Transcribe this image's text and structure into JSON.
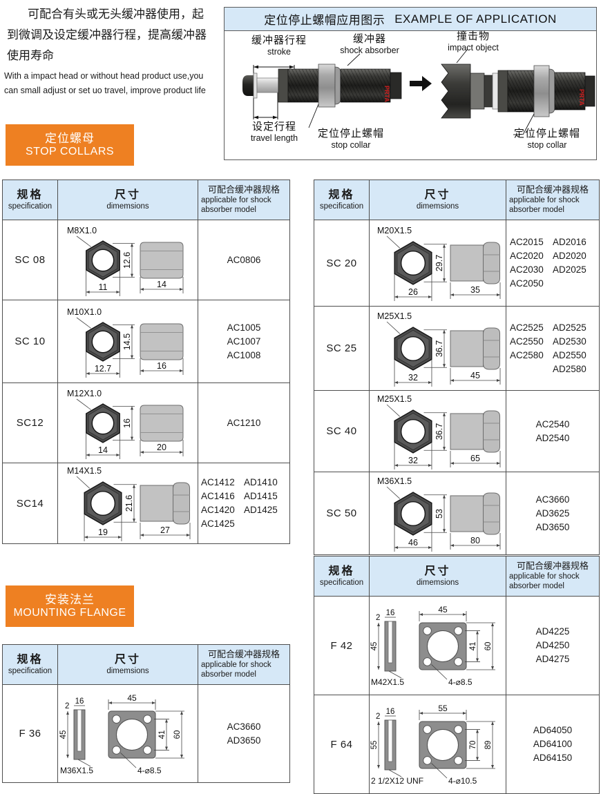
{
  "intro": {
    "cn": "可配合有头或无头缓冲器使用，起到微调及设定缓冲器行程，提高缓冲器使用寿命",
    "en": "With a impact head or without head product use,you can small adjust or set uo travel, improve product life"
  },
  "banners": {
    "stop_collars": {
      "cn": "定位螺母",
      "en": "STOP COLLARS"
    },
    "mounting_flange": {
      "cn": "安装法兰",
      "en": "MOUNTING FLANGE"
    }
  },
  "example": {
    "title_cn": "定位停止螺帽应用图示",
    "title_en": "EXAMPLE OF APPLICATION",
    "labels": {
      "stroke_cn": "缓冲器行程",
      "stroke_en": "stroke",
      "absorber_cn": "缓冲器",
      "absorber_en": "shock absorber",
      "impact_cn": "撞击物",
      "impact_en": "impact object",
      "travel_cn": "设定行程",
      "travel_en": "travel length",
      "collar_left_cn": "定位停止螺帽",
      "collar_left_en": "stop collar",
      "collar_right_cn": "定位停止螺帽",
      "collar_right_en": "stop collar"
    },
    "brand": "PRTA"
  },
  "table_headers": {
    "spec_cn": "规格",
    "spec_en": "specification",
    "dim_cn": "尺寸",
    "dim_en": "dimemsions",
    "model_cn": "可配合缓冲器规格",
    "model_en_1": "applicable for shock",
    "model_en_2": "absorber model"
  },
  "colors": {
    "banner_orange": "#ee8022",
    "header_blue": "#d6e8f7",
    "border_gray": "#4d4d4d",
    "metal_gray": "#b9b9b9",
    "nut_dark": "#3f3f3f"
  },
  "stop_collars_left": [
    {
      "spec": "SC 08",
      "thread": "M8X1.0",
      "across_flats": "11",
      "height": "12.6",
      "length": "14",
      "models": [
        [
          "AC0806"
        ]
      ]
    },
    {
      "spec": "SC 10",
      "thread": "M10X1.0",
      "across_flats": "12.7",
      "height": "14.5",
      "length": "16",
      "models": [
        [
          "AC1005"
        ],
        [
          "AC1007"
        ],
        [
          "AC1008"
        ]
      ]
    },
    {
      "spec": "SC12",
      "thread": "M12X1.0",
      "across_flats": "14",
      "height": "16",
      "length": "20",
      "models": [
        [
          "AC1210"
        ]
      ]
    },
    {
      "spec": "SC14",
      "thread": "M14X1.5",
      "across_flats": "19",
      "height": "21.6",
      "length": "27",
      "models": [
        [
          "AC1412",
          "AD1410"
        ],
        [
          "AC1416",
          "AD1415"
        ],
        [
          "AC1420",
          "AD1425"
        ],
        [
          "AC1425",
          ""
        ]
      ]
    }
  ],
  "stop_collars_right": [
    {
      "spec": "SC 20",
      "thread": "M20X1.5",
      "across_flats": "26",
      "height": "29.7",
      "length": "35",
      "models": [
        [
          "AC2015",
          "AD2016"
        ],
        [
          "AC2020",
          "AD2020"
        ],
        [
          "AC2030",
          "AD2025"
        ],
        [
          "AC2050",
          ""
        ]
      ]
    },
    {
      "spec": "SC 25",
      "thread": "M25X1.5",
      "across_flats": "32",
      "height": "36.7",
      "length": "45",
      "models": [
        [
          "AC2525",
          "AD2525"
        ],
        [
          "AC2550",
          "AD2530"
        ],
        [
          "AC2580",
          "AD2550"
        ],
        [
          "",
          "AD2580"
        ]
      ]
    },
    {
      "spec": "SC 40",
      "thread": "M25X1.5",
      "across_flats": "32",
      "height": "36.7",
      "length": "65",
      "models": [
        [
          "AC2540"
        ],
        [
          "AD2540"
        ]
      ]
    },
    {
      "spec": "SC 50",
      "thread": "M36X1.5",
      "across_flats": "46",
      "height": "53",
      "length": "80",
      "models": [
        [
          "AC3660"
        ],
        [
          "AD3625"
        ],
        [
          "AD3650"
        ]
      ]
    }
  ],
  "flanges_left": [
    {
      "spec": "F 36",
      "thread": "M36X1.5",
      "thickness": "2",
      "boss": "16",
      "width": "45",
      "height": "45",
      "bolt_circle": "41",
      "outer": "60",
      "holes": "4-⌀8.5",
      "models": [
        [
          "AC3660"
        ],
        [
          "AD3650"
        ]
      ]
    }
  ],
  "flanges_right": [
    {
      "spec": "F 42",
      "thread": "M42X1.5",
      "thickness": "2",
      "boss": "16",
      "width": "45",
      "height": "45",
      "bolt_circle": "41",
      "outer": "60",
      "holes": "4-⌀8.5",
      "models": [
        [
          "AD4225"
        ],
        [
          "AD4250"
        ],
        [
          "AD4275"
        ]
      ]
    },
    {
      "spec": "F 64",
      "thread": "2 1/2X12 UNF",
      "thickness": "2",
      "boss": "16",
      "width": "55",
      "height": "55",
      "bolt_circle": "70",
      "outer": "89",
      "holes": "4-⌀10.5",
      "models": [
        [
          "AD64050"
        ],
        [
          "AD64100"
        ],
        [
          "AD64150"
        ]
      ]
    }
  ]
}
